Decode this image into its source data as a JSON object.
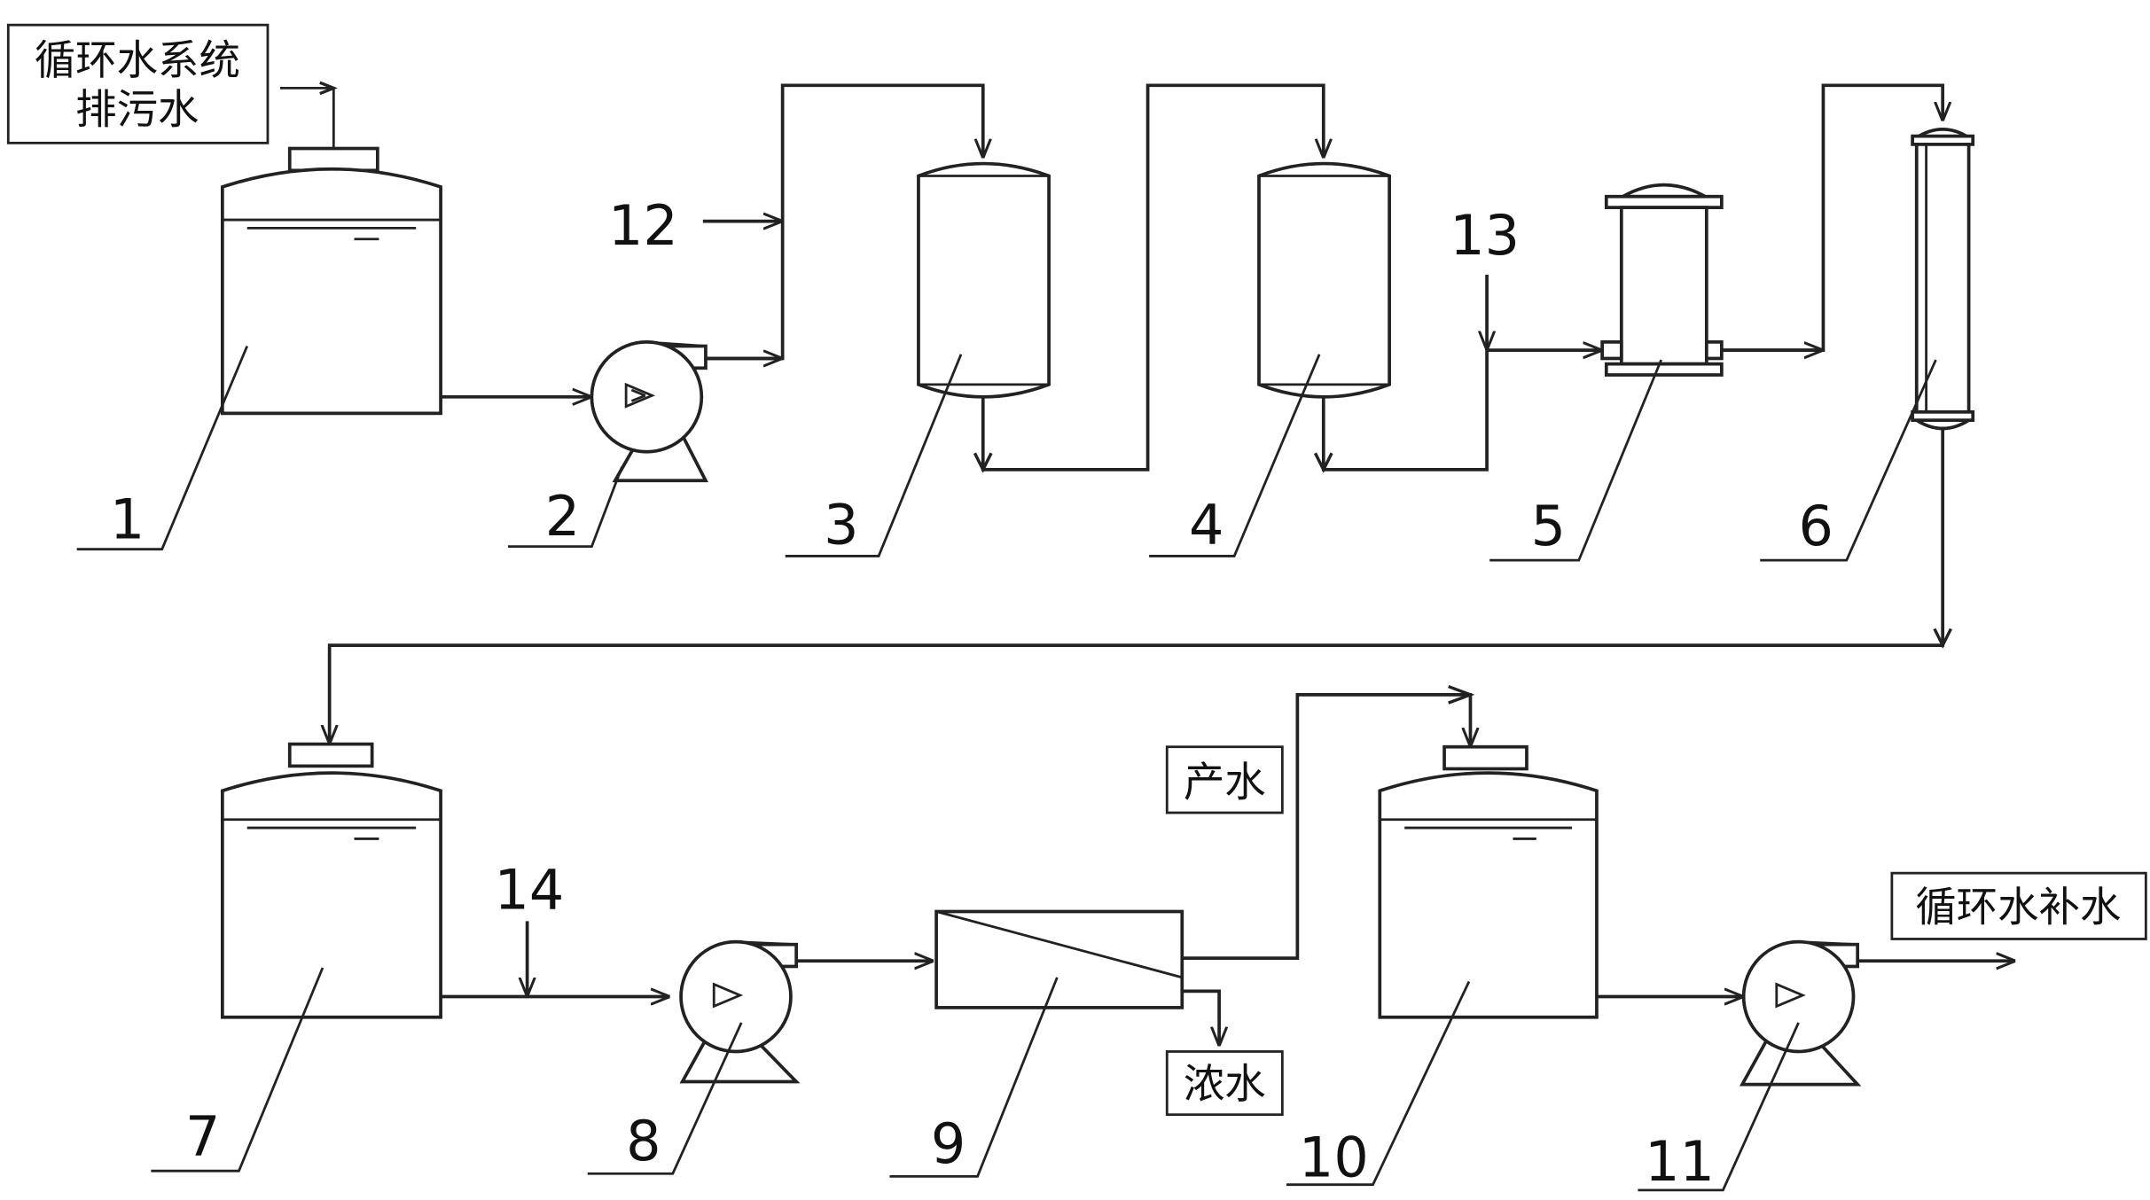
{
  "labels": {
    "inlet": [
      "循环水系统",
      "排污水"
    ],
    "product_water": "产水",
    "concentrate": "浓水",
    "makeup": "循环水补水"
  },
  "numbers": {
    "n1": "1",
    "n2": "2",
    "n3": "3",
    "n4": "4",
    "n5": "5",
    "n6": "6",
    "n7": "7",
    "n8": "8",
    "n9": "9",
    "n10": "10",
    "n11": "11",
    "n12": "12",
    "n13": "13",
    "n14": "14"
  }
}
